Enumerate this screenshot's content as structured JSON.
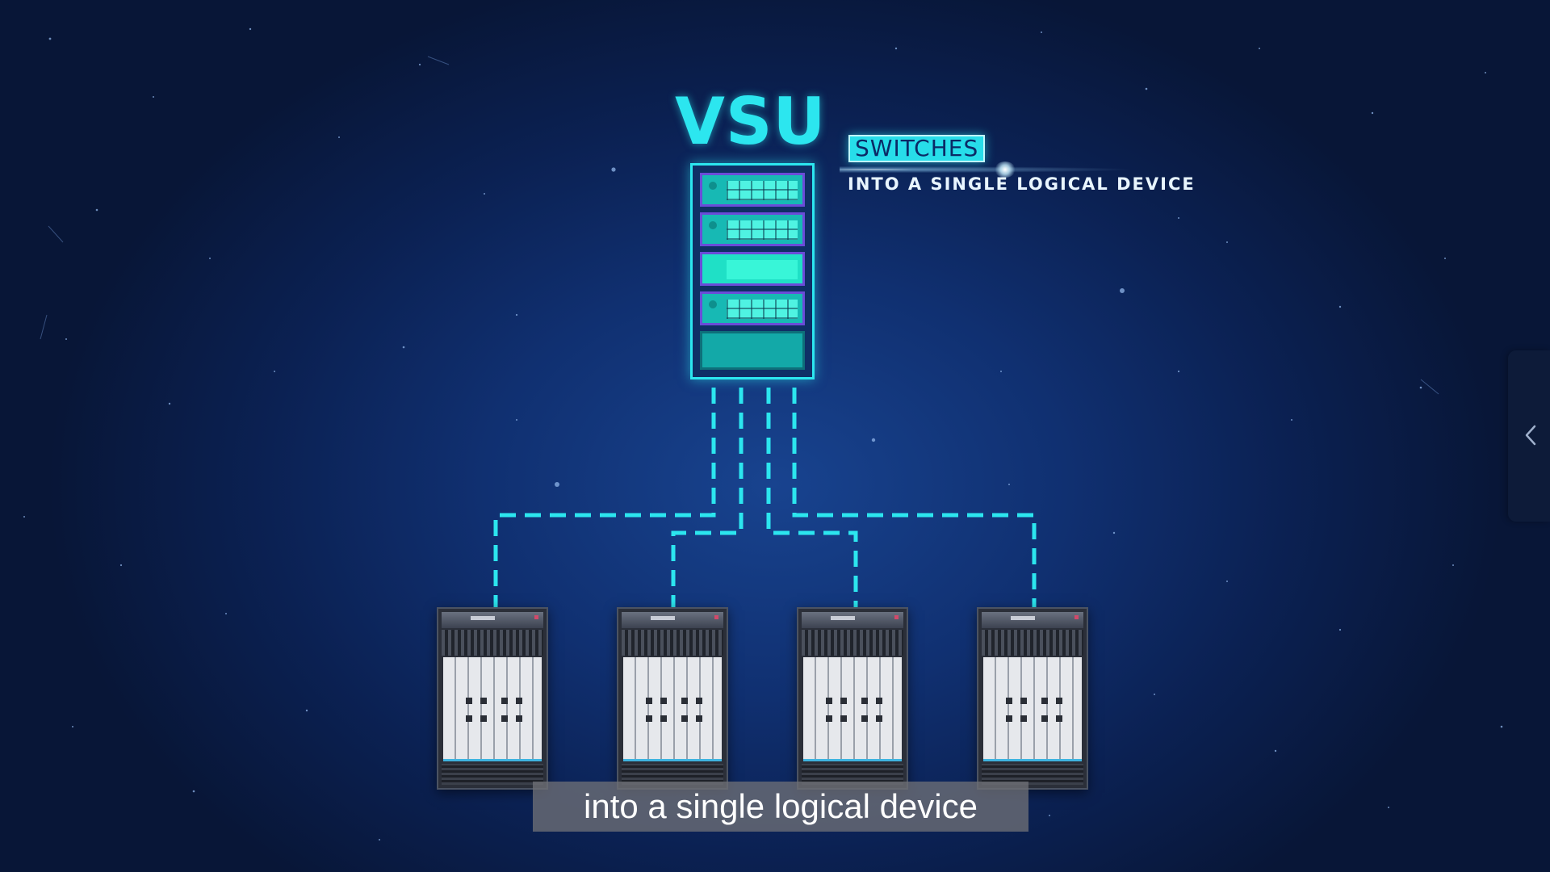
{
  "diagram": {
    "title": "VSU",
    "tag": "SWITCHES",
    "subtitle": "INTO A SINGLE LOGICAL DEVICE"
  },
  "caption": {
    "text": "into a single logical device"
  },
  "side_panel": {
    "icon": "chevron-left-icon"
  },
  "colors": {
    "accent": "#2ce6ef",
    "background": "#103071",
    "rack_unit": "#17b9b4",
    "rack_border": "#6a4bd8"
  }
}
